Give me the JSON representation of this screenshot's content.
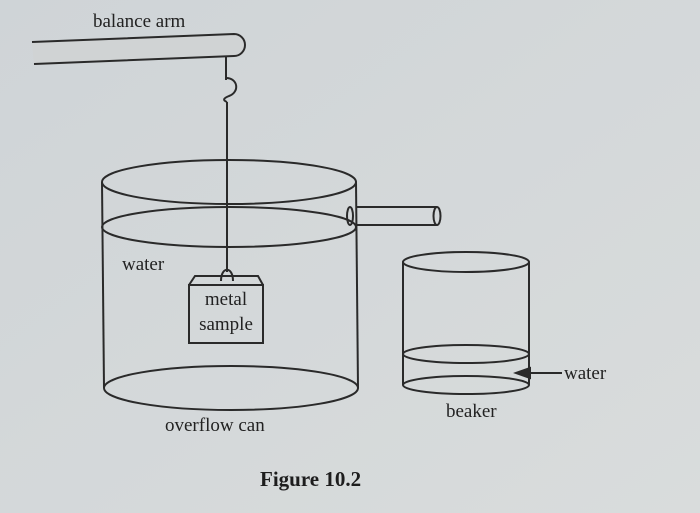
{
  "labels": {
    "balance_arm": "balance arm",
    "water_in_can": "water",
    "metal_sample_line1": "metal",
    "metal_sample_line2": "sample",
    "overflow_can": "overflow can",
    "beaker": "beaker",
    "water_in_beaker": "water"
  },
  "caption": "Figure 10.2",
  "colors": {
    "background": "#d3d7da",
    "line": "#2a2a2a",
    "balance_arm_fill": "#d0d3d4"
  }
}
